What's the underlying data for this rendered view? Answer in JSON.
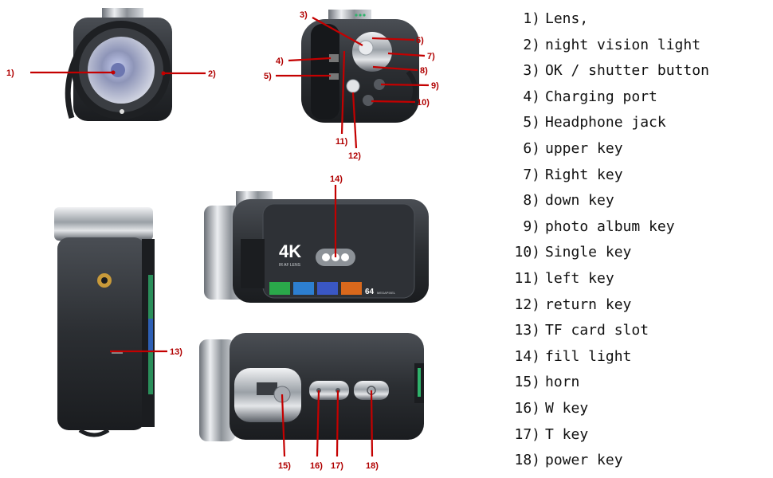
{
  "callouts": [
    "1)",
    "2)",
    "3)",
    "4)",
    "5)",
    "6)",
    "7)",
    "8)",
    "9)",
    "10)",
    "11)",
    "12)",
    "13)",
    "14)",
    "15)",
    "16)",
    "17)",
    "18)"
  ],
  "camera_print": {
    "badge": "4K",
    "lens_text": "IR AF LENS",
    "megapixel": "64",
    "megapixel_unit": "MEGAPIXEL"
  },
  "legend": [
    {
      "num": "1)",
      "label": "Lens,"
    },
    {
      "num": "2)",
      "label": "night vision light"
    },
    {
      "num": "3)",
      "label": "OK / shutter button"
    },
    {
      "num": "4)",
      "label": "Charging port"
    },
    {
      "num": "5)",
      "label": "Headphone jack"
    },
    {
      "num": "6)",
      "label": "upper key"
    },
    {
      "num": "7)",
      "label": "Right key"
    },
    {
      "num": "8)",
      "label": "down key"
    },
    {
      "num": "9)",
      "label": "photo album key"
    },
    {
      "num": "10)",
      "label": "Single key"
    },
    {
      "num": "11)",
      "label": "left key"
    },
    {
      "num": "12)",
      "label": "return key"
    },
    {
      "num": "13)",
      "label": "TF card slot"
    },
    {
      "num": "14)",
      "label": "fill light"
    },
    {
      "num": "15)",
      "label": "horn"
    },
    {
      "num": "16)",
      "label": "W key"
    },
    {
      "num": "17)",
      "label": "T key"
    },
    {
      "num": "18)",
      "label": "power key"
    }
  ],
  "colors": {
    "callout_red": "#c40000",
    "body_dark": "#2a2d31",
    "metal": "#c9ccd0",
    "text": "#111111"
  }
}
